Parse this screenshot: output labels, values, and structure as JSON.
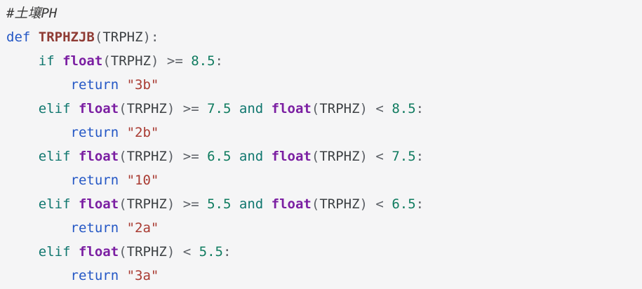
{
  "editor": {
    "background": "#f5f5f6",
    "language": "python"
  },
  "palette": {
    "comment": "#3a3a3a",
    "keyword": "#2457c5",
    "flow": "#0f766e",
    "builtin": "#7b1fa2",
    "function": "#8f3b34",
    "string": "#a93b32",
    "number": "#0f7b5f",
    "plain": "#3c4043",
    "punct": "#5c6066"
  },
  "code": {
    "lines": [
      [
        {
          "t": "comment",
          "v": "#土壤PH"
        }
      ],
      [
        {
          "t": "keyword",
          "v": "def"
        },
        {
          "t": "plain",
          "v": " "
        },
        {
          "t": "function",
          "v": "TRPHZJB"
        },
        {
          "t": "punct",
          "v": "("
        },
        {
          "t": "plain",
          "v": "TRPHZ"
        },
        {
          "t": "punct",
          "v": "):"
        }
      ],
      [
        {
          "t": "plain",
          "v": "    "
        },
        {
          "t": "flow",
          "v": "if"
        },
        {
          "t": "plain",
          "v": " "
        },
        {
          "t": "builtin",
          "v": "float"
        },
        {
          "t": "punct",
          "v": "("
        },
        {
          "t": "plain",
          "v": "TRPHZ"
        },
        {
          "t": "punct",
          "v": ")"
        },
        {
          "t": "plain",
          "v": " "
        },
        {
          "t": "punct",
          "v": ">="
        },
        {
          "t": "plain",
          "v": " "
        },
        {
          "t": "number",
          "v": "8.5"
        },
        {
          "t": "punct",
          "v": ":"
        }
      ],
      [
        {
          "t": "plain",
          "v": "        "
        },
        {
          "t": "keyword",
          "v": "return"
        },
        {
          "t": "plain",
          "v": " "
        },
        {
          "t": "string",
          "v": "\"3b\""
        }
      ],
      [
        {
          "t": "plain",
          "v": "    "
        },
        {
          "t": "flow",
          "v": "elif"
        },
        {
          "t": "plain",
          "v": " "
        },
        {
          "t": "builtin",
          "v": "float"
        },
        {
          "t": "punct",
          "v": "("
        },
        {
          "t": "plain",
          "v": "TRPHZ"
        },
        {
          "t": "punct",
          "v": ")"
        },
        {
          "t": "plain",
          "v": " "
        },
        {
          "t": "punct",
          "v": ">="
        },
        {
          "t": "plain",
          "v": " "
        },
        {
          "t": "number",
          "v": "7.5"
        },
        {
          "t": "plain",
          "v": " "
        },
        {
          "t": "flow",
          "v": "and"
        },
        {
          "t": "plain",
          "v": " "
        },
        {
          "t": "builtin",
          "v": "float"
        },
        {
          "t": "punct",
          "v": "("
        },
        {
          "t": "plain",
          "v": "TRPHZ"
        },
        {
          "t": "punct",
          "v": ")"
        },
        {
          "t": "plain",
          "v": " "
        },
        {
          "t": "punct",
          "v": "<"
        },
        {
          "t": "plain",
          "v": " "
        },
        {
          "t": "number",
          "v": "8.5"
        },
        {
          "t": "punct",
          "v": ":"
        }
      ],
      [
        {
          "t": "plain",
          "v": "        "
        },
        {
          "t": "keyword",
          "v": "return"
        },
        {
          "t": "plain",
          "v": " "
        },
        {
          "t": "string",
          "v": "\"2b\""
        }
      ],
      [
        {
          "t": "plain",
          "v": "    "
        },
        {
          "t": "flow",
          "v": "elif"
        },
        {
          "t": "plain",
          "v": " "
        },
        {
          "t": "builtin",
          "v": "float"
        },
        {
          "t": "punct",
          "v": "("
        },
        {
          "t": "plain",
          "v": "TRPHZ"
        },
        {
          "t": "punct",
          "v": ")"
        },
        {
          "t": "plain",
          "v": " "
        },
        {
          "t": "punct",
          "v": ">="
        },
        {
          "t": "plain",
          "v": " "
        },
        {
          "t": "number",
          "v": "6.5"
        },
        {
          "t": "plain",
          "v": " "
        },
        {
          "t": "flow",
          "v": "and"
        },
        {
          "t": "plain",
          "v": " "
        },
        {
          "t": "builtin",
          "v": "float"
        },
        {
          "t": "punct",
          "v": "("
        },
        {
          "t": "plain",
          "v": "TRPHZ"
        },
        {
          "t": "punct",
          "v": ")"
        },
        {
          "t": "plain",
          "v": " "
        },
        {
          "t": "punct",
          "v": "<"
        },
        {
          "t": "plain",
          "v": " "
        },
        {
          "t": "number",
          "v": "7.5"
        },
        {
          "t": "punct",
          "v": ":"
        }
      ],
      [
        {
          "t": "plain",
          "v": "        "
        },
        {
          "t": "keyword",
          "v": "return"
        },
        {
          "t": "plain",
          "v": " "
        },
        {
          "t": "string",
          "v": "\"10\""
        }
      ],
      [
        {
          "t": "plain",
          "v": "    "
        },
        {
          "t": "flow",
          "v": "elif"
        },
        {
          "t": "plain",
          "v": " "
        },
        {
          "t": "builtin",
          "v": "float"
        },
        {
          "t": "punct",
          "v": "("
        },
        {
          "t": "plain",
          "v": "TRPHZ"
        },
        {
          "t": "punct",
          "v": ")"
        },
        {
          "t": "plain",
          "v": " "
        },
        {
          "t": "punct",
          "v": ">="
        },
        {
          "t": "plain",
          "v": " "
        },
        {
          "t": "number",
          "v": "5.5"
        },
        {
          "t": "plain",
          "v": " "
        },
        {
          "t": "flow",
          "v": "and"
        },
        {
          "t": "plain",
          "v": " "
        },
        {
          "t": "builtin",
          "v": "float"
        },
        {
          "t": "punct",
          "v": "("
        },
        {
          "t": "plain",
          "v": "TRPHZ"
        },
        {
          "t": "punct",
          "v": ")"
        },
        {
          "t": "plain",
          "v": " "
        },
        {
          "t": "punct",
          "v": "<"
        },
        {
          "t": "plain",
          "v": " "
        },
        {
          "t": "number",
          "v": "6.5"
        },
        {
          "t": "punct",
          "v": ":"
        }
      ],
      [
        {
          "t": "plain",
          "v": "        "
        },
        {
          "t": "keyword",
          "v": "return"
        },
        {
          "t": "plain",
          "v": " "
        },
        {
          "t": "string",
          "v": "\"2a\""
        }
      ],
      [
        {
          "t": "plain",
          "v": "    "
        },
        {
          "t": "flow",
          "v": "elif"
        },
        {
          "t": "plain",
          "v": " "
        },
        {
          "t": "builtin",
          "v": "float"
        },
        {
          "t": "punct",
          "v": "("
        },
        {
          "t": "plain",
          "v": "TRPHZ"
        },
        {
          "t": "punct",
          "v": ")"
        },
        {
          "t": "plain",
          "v": " "
        },
        {
          "t": "punct",
          "v": "<"
        },
        {
          "t": "plain",
          "v": " "
        },
        {
          "t": "number",
          "v": "5.5"
        },
        {
          "t": "punct",
          "v": ":"
        }
      ],
      [
        {
          "t": "plain",
          "v": "        "
        },
        {
          "t": "keyword",
          "v": "return"
        },
        {
          "t": "plain",
          "v": " "
        },
        {
          "t": "string",
          "v": "\"3a\""
        }
      ]
    ]
  }
}
